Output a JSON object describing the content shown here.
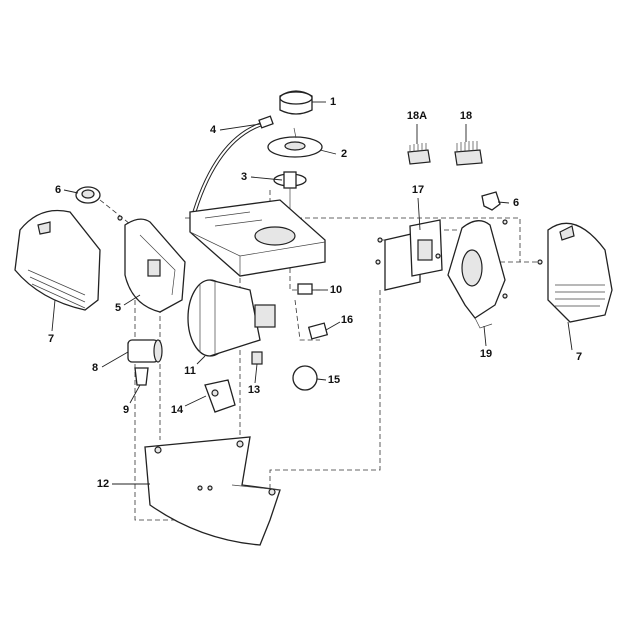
{
  "diagram": {
    "labels": {
      "p1": "1",
      "p2": "2",
      "p3": "3",
      "p4": "4",
      "p5": "5",
      "p6a": "6",
      "p6b": "6",
      "p7a": "7",
      "p7b": "7",
      "p8": "8",
      "p9": "9",
      "p10": "10",
      "p11": "11",
      "p12": "12",
      "p13": "13",
      "p14": "14",
      "p15": "15",
      "p16": "16",
      "p17": "17",
      "p18": "18",
      "p18a": "18A",
      "p19": "19"
    }
  }
}
